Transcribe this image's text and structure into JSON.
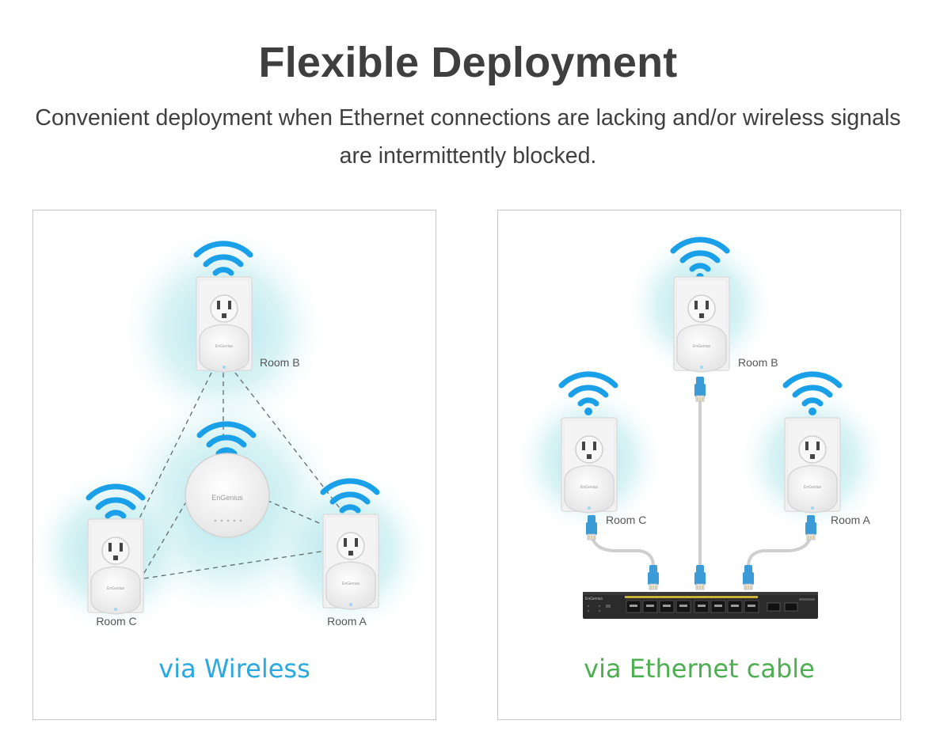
{
  "header": {
    "title": "Flexible Deployment",
    "subtitle": "Convenient deployment when Ethernet connections are lacking and/or wireless signals are intermittently blocked."
  },
  "wireless_panel": {
    "caption": "via Wireless",
    "rooms": {
      "b": "Room B",
      "c": "Room C",
      "a": "Room A"
    },
    "brand_mark": "EnGenius"
  },
  "ethernet_panel": {
    "caption": "via Ethernet cable",
    "rooms": {
      "b": "Room B",
      "c": "Room C",
      "a": "Room A"
    },
    "brand_mark": "EnGenius"
  },
  "colors": {
    "wifi_blue": "#1aa0e8",
    "glow": "#bfe9ec",
    "wireless_caption": "#29a9e0",
    "ethernet_caption": "#4caf50",
    "cable_blue": "#3b9bd6",
    "cable_gray": "#cfcfcf"
  }
}
